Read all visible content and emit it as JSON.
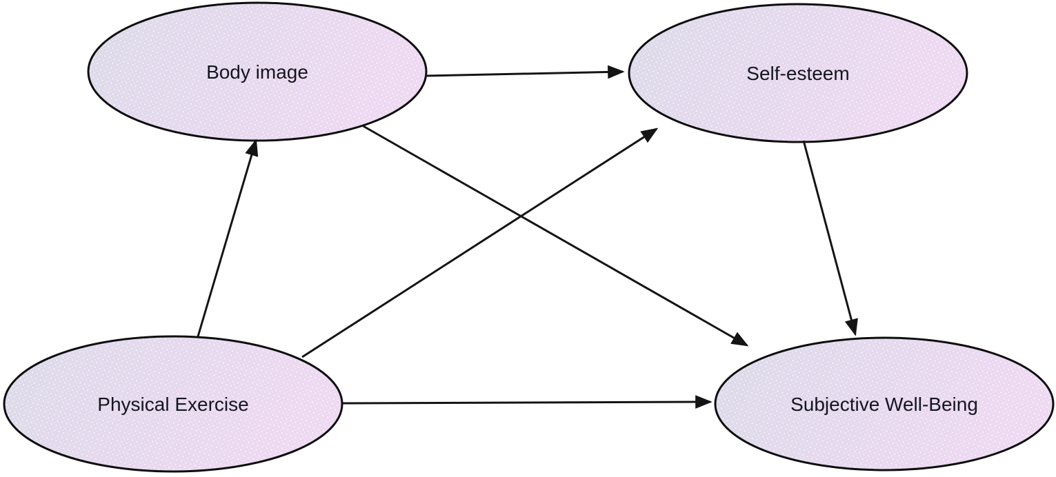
{
  "diagram": {
    "type": "path-model",
    "background_color": "#ffffff",
    "node_shape": "ellipse",
    "node_border_color": "#0d0d0d",
    "node_gradient_left": "#dcdbe9",
    "node_gradient_right": "#eed9f2",
    "node_texture": "white-dot-stipple",
    "edge_color": "#141414",
    "label_color": "#15151f",
    "nodes": [
      {
        "id": "body-image",
        "label": "Body image"
      },
      {
        "id": "self-esteem",
        "label": "Self-esteem"
      },
      {
        "id": "physical-exercise",
        "label": "Physical Exercise"
      },
      {
        "id": "subjective-well-being",
        "label": "Subjective Well-Being"
      }
    ],
    "edges": [
      {
        "from": "Body image",
        "to": "Self-esteem",
        "style": "arrow"
      },
      {
        "from": "Body image",
        "to": "Subjective Well-Being",
        "style": "arrow"
      },
      {
        "from": "Physical Exercise",
        "to": "Body image",
        "style": "arrow"
      },
      {
        "from": "Physical Exercise",
        "to": "Self-esteem",
        "style": "arrow"
      },
      {
        "from": "Physical Exercise",
        "to": "Subjective Well-Being",
        "style": "arrow"
      },
      {
        "from": "Self-esteem",
        "to": "Subjective Well-Being",
        "style": "arrow"
      }
    ]
  }
}
